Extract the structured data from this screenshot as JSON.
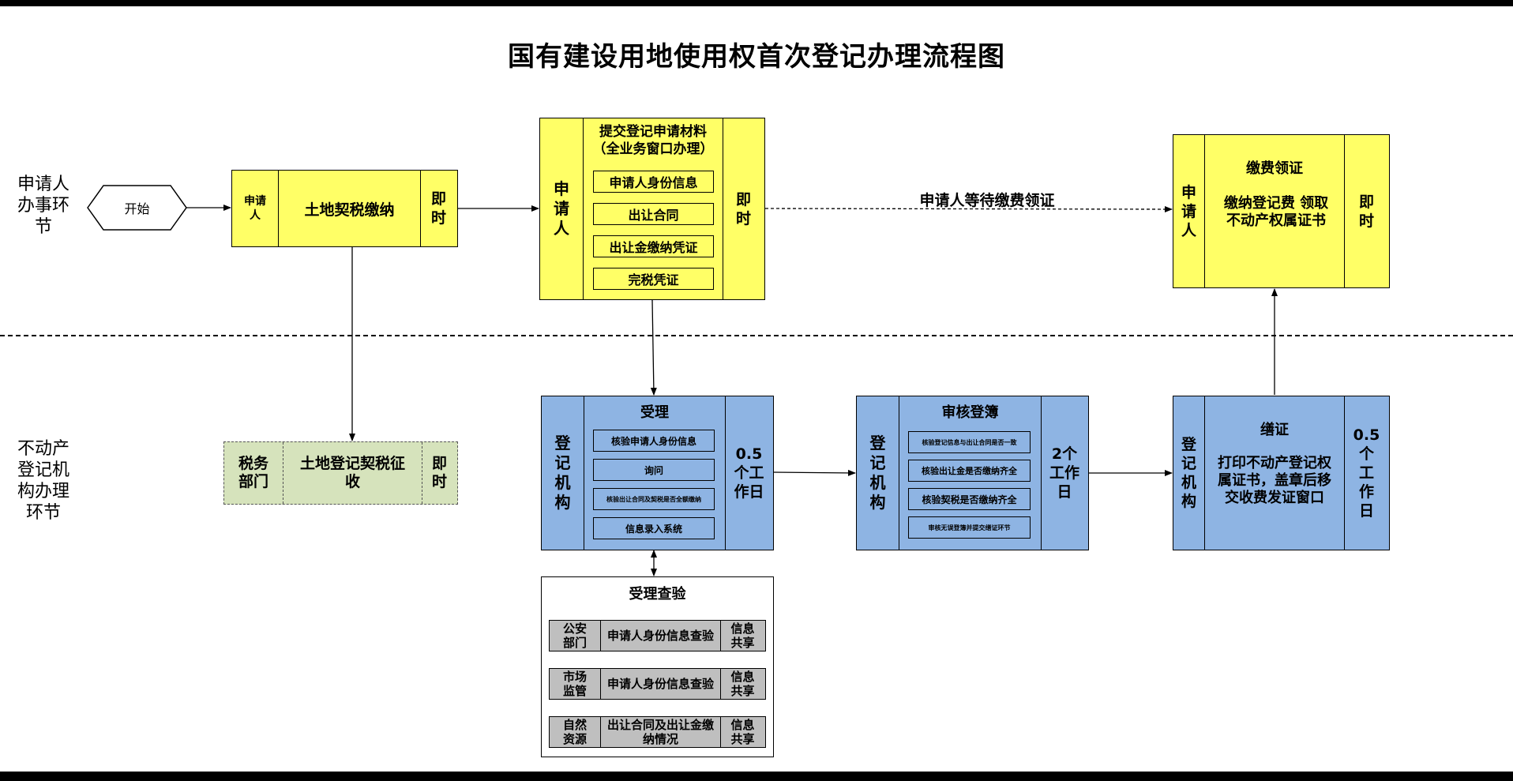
{
  "title": "国有建设用地使用权首次登记办理流程图",
  "lanes": {
    "applicant": "申请人办事环节",
    "registry": "不动产登记机构办理环节"
  },
  "start": "开始",
  "tax_pay": {
    "actor": "申请人",
    "task": "土地契税缴纳",
    "time": "即时"
  },
  "submit": {
    "actor": "申请人",
    "title": "提交登记申请材料（全业务窗口办理）",
    "items": [
      "申请人身份信息",
      "出让合同",
      "出让金缴纳凭证",
      "完税凭证"
    ],
    "time": "即时"
  },
  "wait_note": "申请人等待缴费领证",
  "collect": {
    "actor": "申请人",
    "title": "缴费领证",
    "desc": "缴纳登记费 领取不动产权属证书",
    "time": "即时"
  },
  "tax_collect": {
    "actor": "税务部门",
    "task": "土地登记契税征收",
    "time": "即时"
  },
  "accept": {
    "actor": "登记机构",
    "title": "受理",
    "items": [
      "核验申请人身份信息",
      "询问",
      "核验出让合同及契税是否全额缴纳",
      "信息录入系统"
    ],
    "time": "0.5个工作日"
  },
  "review": {
    "actor": "登记机构",
    "title": "审核登簿",
    "items": [
      "核验登记信息与出让合同是否一致",
      "核验出让金是否缴纳齐全",
      "核验契税是否缴纳齐全",
      "审核无误登簿并提交缮证环节"
    ],
    "time": "2个工作日"
  },
  "certify": {
    "actor": "登记机构",
    "title": "缮证",
    "desc": "打印不动产登记权属证书，盖章后移交收费发证窗口",
    "time": "0.5个工作日"
  },
  "check": {
    "title": "受理查验",
    "rows": [
      {
        "dept": "公安部门",
        "item": "申请人身份信息查验",
        "mode": "信息共享"
      },
      {
        "dept": "市场监管",
        "item": "申请人身份信息查验",
        "mode": "信息共享"
      },
      {
        "dept": "自然资源",
        "item": "出让合同及出让金缴纳情况",
        "mode": "信息共享"
      }
    ]
  },
  "colors": {
    "yellow": "#ffff66",
    "blue": "#8eb4e3",
    "green": "#d6e3bc",
    "grey": "#bfbfbf"
  }
}
